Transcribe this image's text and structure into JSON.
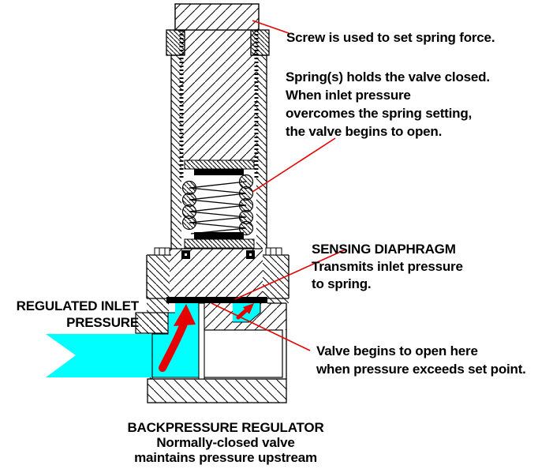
{
  "diagram": {
    "kind": "valve cross-section",
    "annotations": {
      "screw": "Screw is used to set spring force.",
      "spring": "Spring(s) holds the valve closed.\nWhen inlet pressure\novercomes the spring setting,\nthe valve begins to open.",
      "diaphragm": "SENSING DIAPHRAGM\nTransmits inlet pressure\nto spring.",
      "valve_open": "Valve begins to open here\nwhen pressure exceeds set point.",
      "inlet": "REGULATED INLET\nPRESSURE",
      "caption": "BACKPRESSURE REGULATOR\nNormally-closed valve\nmaintains pressure upstream"
    },
    "colors": {
      "fluid": "#00ffff",
      "leader": "#e60000",
      "arrow": "#e60000",
      "line": "#000000",
      "background": "#ffffff"
    }
  }
}
